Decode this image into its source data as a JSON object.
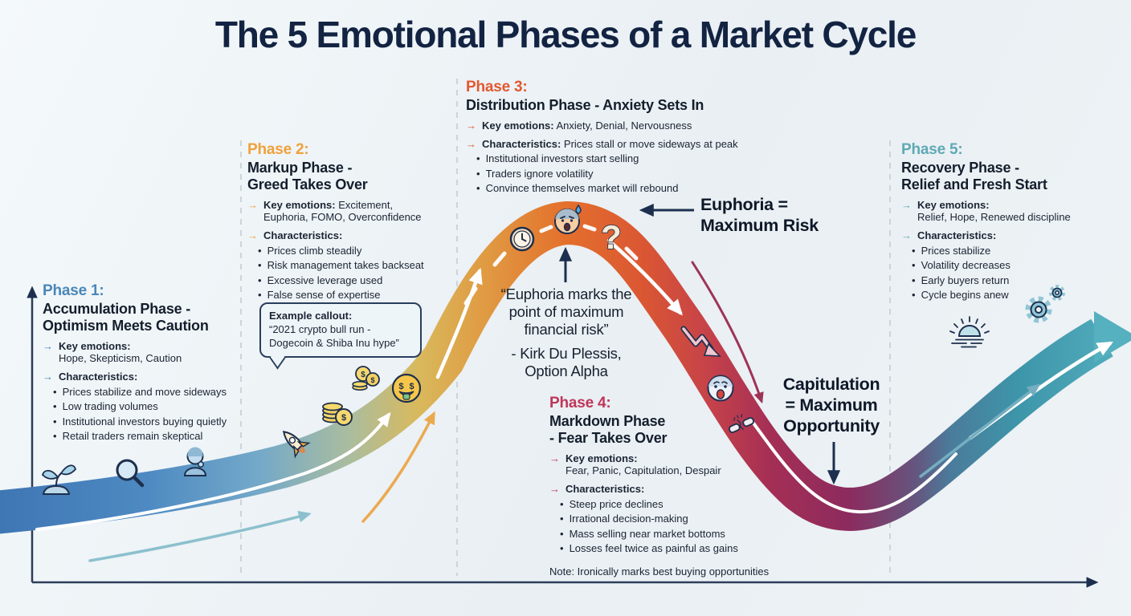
{
  "title": "The 5 Emotional Phases of a Market Cycle",
  "glyphs": {
    "arrow_bullet": "→",
    "dollar": "$",
    "question_mark": "?"
  },
  "colors": {
    "phase1_accent": "#4a86b8",
    "phase2_accent": "#f0a13c",
    "phase3_accent": "#e2582f",
    "phase4_accent": "#c0355a",
    "phase5_accent": "#5fa9b5",
    "ink": "#1d2f4e",
    "band_gradient": [
      "#3f76b4",
      "#74a9c9",
      "#d9b95c",
      "#e4702c",
      "#c4414b",
      "#8c2b5e",
      "#4b7b9b",
      "#54b0bf"
    ]
  },
  "phases": [
    {
      "label": "Phase 1:",
      "title_line1": "Accumulation Phase -",
      "title_line2": "Optimism Meets Caution",
      "key_emotions_label": "Key emotions:",
      "key_emotions": "Hope, Skepticism, Caution",
      "characteristics_label": "Characteristics:",
      "characteristics": [
        "Prices stabilize and move sideways",
        "Low trading volumes",
        "Institutional investors buying quietly",
        "Retail traders remain skeptical"
      ]
    },
    {
      "label": "Phase 2:",
      "title_line1": "Markup Phase -",
      "title_line2": "Greed Takes Over",
      "key_emotions_label": "Key emotions:",
      "key_emotions": "Excitement, Euphoria, FOMO, Overconfidence",
      "characteristics_label": "Characteristics:",
      "characteristics": [
        "Prices climb steadily",
        "Risk management takes backseat",
        "Excessive leverage used",
        "False sense of expertise"
      ]
    },
    {
      "label": "Phase 3:",
      "title_line1": "Distribution Phase - Anxiety Sets In",
      "title_line2": "",
      "key_emotions_label": "Key emotions:",
      "key_emotions": "Anxiety, Denial, Nervousness",
      "characteristics_label": "Characteristics:",
      "characteristics_intro": "Prices stall or move sideways at peak",
      "characteristics": [
        "Institutional investors start selling",
        "Traders ignore volatility",
        "Convince themselves market will rebound"
      ]
    },
    {
      "label": "Phase 4:",
      "title_line1": "Markdown Phase",
      "title_line2": "- Fear Takes Over",
      "key_emotions_label": "Key emotions:",
      "key_emotions": "Fear, Panic, Capitulation, Despair",
      "characteristics_label": "Characteristics:",
      "characteristics": [
        "Steep price declines",
        "Irrational decision-making",
        "Mass selling near market bottoms",
        "Losses feel twice as painful as gains"
      ],
      "note": "Note: Ironically marks best buying opportunities"
    },
    {
      "label": "Phase 5:",
      "title_line1": "Recovery Phase -",
      "title_line2": "Relief and Fresh Start",
      "key_emotions_label": "Key emotions:",
      "key_emotions": "Relief, Hope, Renewed discipline",
      "characteristics_label": "Characteristics:",
      "characteristics": [
        "Prices stabilize",
        "Volatility decreases",
        "Early buyers return",
        "Cycle begins anew"
      ]
    }
  ],
  "callout": {
    "title": "Example callout:",
    "line1": "“2021 crypto bull run -",
    "line2": "Dogecoin & Shiba Inu hype”"
  },
  "annotations": {
    "euphoria_line1": "Euphoria =",
    "euphoria_line2": "Maximum Risk",
    "capitulation_line1": "Capitulation",
    "capitulation_line2": "= Maximum",
    "capitulation_line3": "Opportunity",
    "quote_line1": "“Euphoria marks the",
    "quote_line2": "point of maximum",
    "quote_line3": "financial risk”",
    "quote_attr_line1": "- Kirk Du Plessis,",
    "quote_attr_line2": "Option Alpha"
  },
  "icon_names": [
    "sprout-icon",
    "magnifier-icon",
    "thinking-person-icon",
    "rocket-icon",
    "coin-stack-icon",
    "dollar-coins-icon",
    "money-mouth-face-icon",
    "clock-icon",
    "anxious-face-icon",
    "question-mark-icon",
    "zigzag-down-arrow-icon",
    "scared-face-icon",
    "broken-pieces-icon",
    "sunrise-icon",
    "gears-icon"
  ]
}
